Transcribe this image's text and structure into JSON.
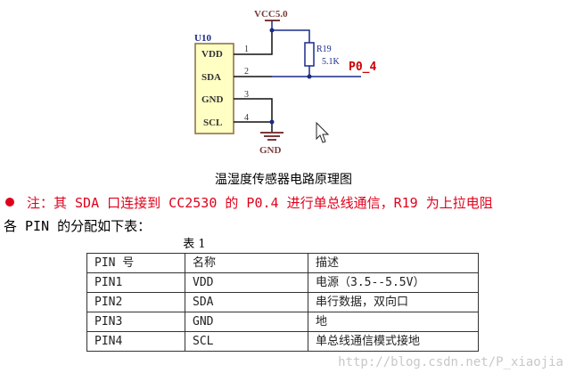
{
  "schematic": {
    "part_ref": "U10",
    "power_label": "VCC5.0",
    "ground_label": "GND",
    "resistor_ref": "R19",
    "resistor_value": "5.1K",
    "net_label": "P0_4",
    "pins": [
      {
        "num": "1",
        "name": "VDD"
      },
      {
        "num": "2",
        "name": "SDA"
      },
      {
        "num": "3",
        "name": "GND"
      },
      {
        "num": "4",
        "name": "SCL"
      }
    ]
  },
  "caption": "温湿度传感器电路原理图",
  "note": "注：其 SDA 口连接到 CC2530 的 P0.4 进行单总线通信，R19 为上拉电阻",
  "intro": "各 PIN 的分配如下表：",
  "table": {
    "title": "表 1",
    "headers": [
      "PIN 号",
      "名称",
      "描述"
    ],
    "rows": [
      [
        "PIN1",
        "VDD",
        "电源（3.5--5.5V）"
      ],
      [
        "PIN2",
        "SDA",
        "串行数据，双向口"
      ],
      [
        "PIN3",
        "GND",
        "地"
      ],
      [
        "PIN4",
        "SCL",
        "单总线通信模式接地"
      ]
    ]
  },
  "watermark": "http://blog.csdn.net/P_xiaojia",
  "colors": {
    "note": "#e0001b",
    "net": "#cc0000",
    "wire_blue": "#1a2a8a",
    "chip_fill": "#ffffc4"
  }
}
